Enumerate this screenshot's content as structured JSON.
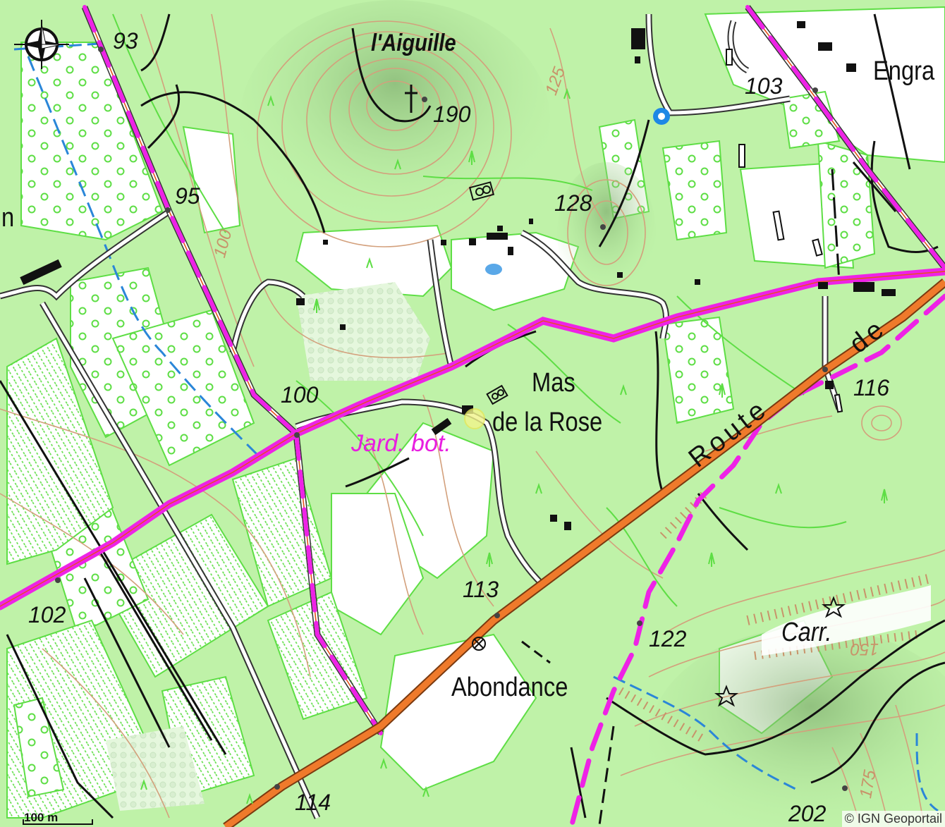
{
  "map": {
    "altitudes": [
      "93",
      "190",
      "103",
      "95",
      "128",
      "100",
      "116",
      "102",
      "113",
      "122",
      "114",
      "202"
    ],
    "places": [
      "l'Aiguille",
      "Engra",
      "Mas",
      "de la Rose",
      "Abondance",
      "Carr.",
      "n"
    ],
    "poi": "Jard. bot.",
    "route_words": [
      "Route",
      "de"
    ],
    "contour_labels": [
      "125",
      "100",
      "150",
      "175"
    ],
    "scale": "100 m",
    "attribution": "© IGN Geoportail",
    "colors": {
      "forest": "#bff2a8",
      "open": "#ffffff",
      "vegetation_edge": "#5ede45",
      "contour": "#d3a07c",
      "path_magenta": "#ee22e6",
      "road_orange": "#ef7a2b",
      "water": "#2a86d8",
      "track": "#111111"
    },
    "icons": [
      "compass-rose-icon",
      "cross-icon",
      "ruin-icon",
      "quarry-icon",
      "location-marker-icon"
    ]
  }
}
